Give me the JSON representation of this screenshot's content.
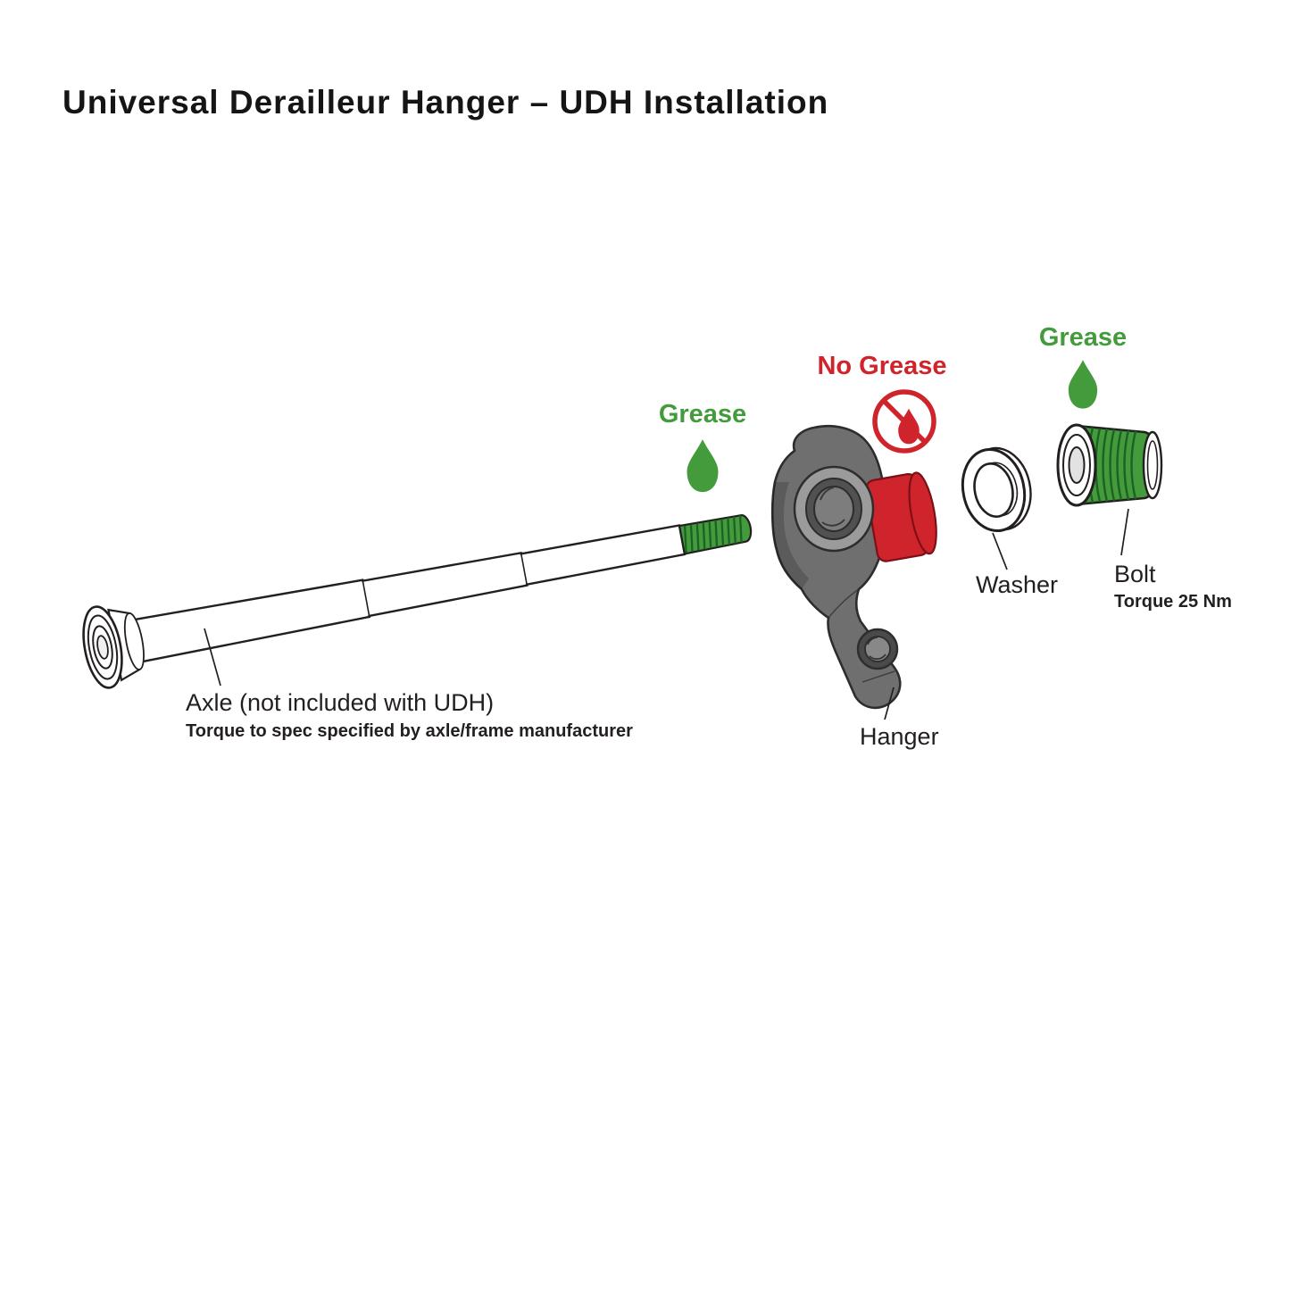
{
  "title": "Universal Derailleur Hanger – UDH Installation",
  "callouts": {
    "grease_axle": "Grease",
    "no_grease": "No Grease",
    "grease_bolt": "Grease"
  },
  "parts": {
    "axle": {
      "label": "Axle (not included with UDH)",
      "note": "Torque to spec specified by axle/frame manufacturer"
    },
    "hanger": {
      "label": "Hanger"
    },
    "washer": {
      "label": "Washer"
    },
    "bolt": {
      "label": "Bolt",
      "note": "Torque 25 Nm"
    }
  },
  "icons": {
    "grease_droplet": "green-droplet",
    "no_grease_symbol": "crossed-out-red-droplet"
  },
  "colors": {
    "grease_green": "#449b3b",
    "thread_green_dark": "#1d6124",
    "warning_red": "#d0242c",
    "ink": "#231f20",
    "hanger_gray": "#6f6f6f"
  }
}
